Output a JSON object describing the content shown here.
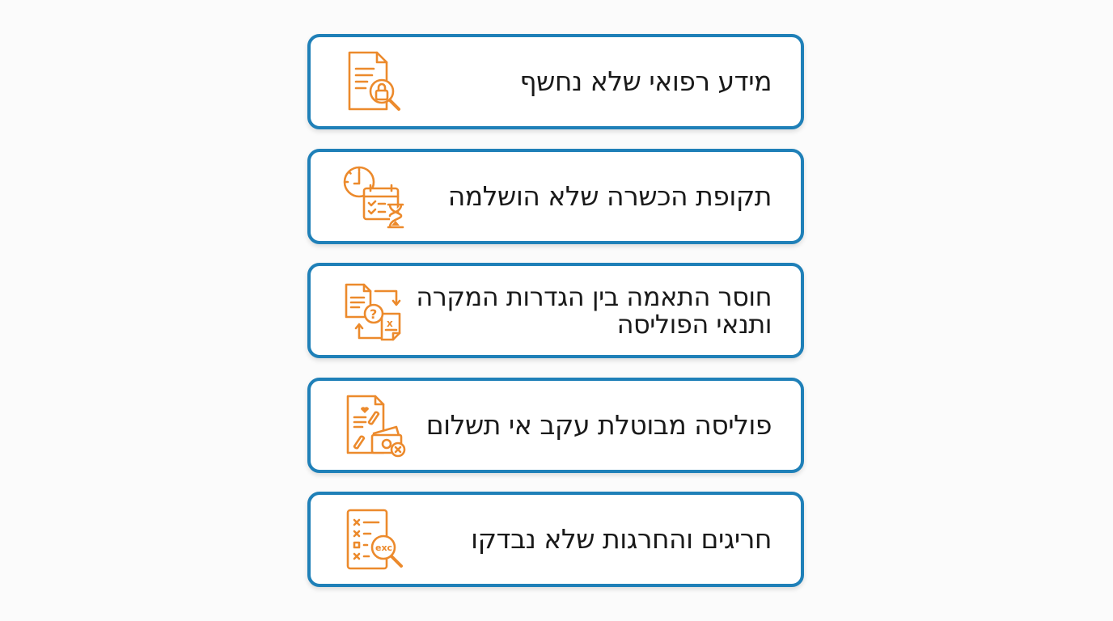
{
  "colors": {
    "card_border": "#1f80b8",
    "icon": "#ec8a2c",
    "text": "#1a1a1a",
    "background": "#fbfbfb"
  },
  "cards": [
    {
      "label": "מידע רפואי שלא נחשף",
      "icon": "document-lock-search-icon"
    },
    {
      "label": "תקופת הכשרה שלא הושלמה",
      "icon": "clock-calendar-hourglass-icon"
    },
    {
      "label": "חוסר התאמה בין הגדרות המקרה ותנאי הפוליסה",
      "icon": "documents-mismatch-question-icon"
    },
    {
      "label": "פוליסה מבוטלת עקב אי תשלום",
      "icon": "policy-cancelled-payment-icon"
    },
    {
      "label": "חריגים והחרגות שלא נבדקו",
      "icon": "checklist-exclusions-search-icon"
    }
  ],
  "icon_text": {
    "exc": "exc",
    "question": "?",
    "x": "x"
  }
}
